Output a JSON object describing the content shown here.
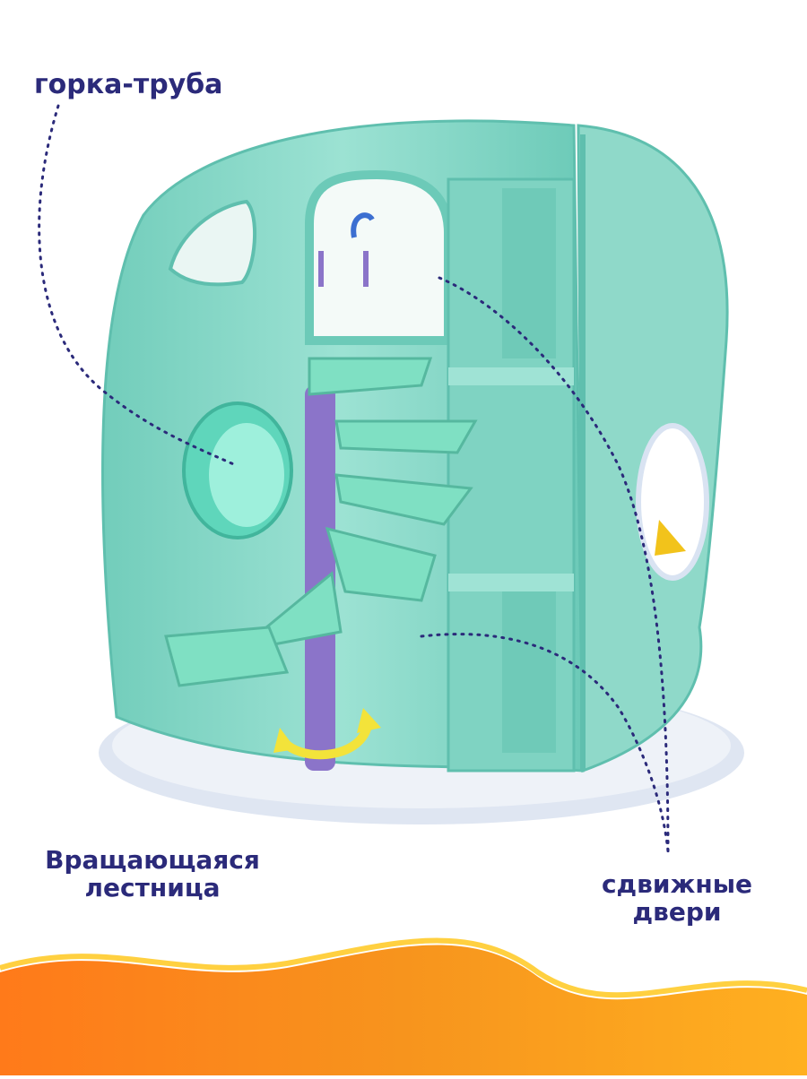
{
  "labels": {
    "slide_tube": "горка-труба",
    "rotating_stairs_line1": "Вращающаяся",
    "rotating_stairs_line2": "лестница",
    "sliding_doors_line1": "сдвижные",
    "sliding_doors_line2": "двери"
  },
  "colors": {
    "label_text": "#2b2a7a",
    "house_teal": "#8fd9c9",
    "house_teal_dark": "#5fbfae",
    "stair_pole": "#8b74c9",
    "base": "#dfe6f2",
    "rotation_arrow": "#f3e33a",
    "wave_orange": "#f7941d",
    "wave_yellow": "#ffcc33"
  }
}
